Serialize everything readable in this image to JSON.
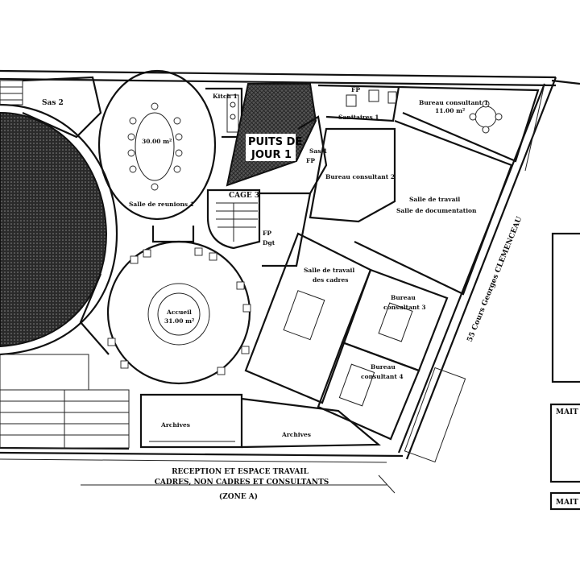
{
  "rooms": {
    "sas2": "Sas 2",
    "kitch1": "Kitch 1",
    "sanitaires1": "Sanitaires 1",
    "fp1": "FP",
    "bureau_consultant_1": "Bureau consultant 1",
    "bureau_consultant_1_area": "11.00 m²",
    "puits_line1": "PUITS DE",
    "puits_line2": "JOUR 1",
    "sas1": "Sas 1",
    "fp2": "FP",
    "bureau_consultant_2": "Bureau consultant 2",
    "salle_reunions": "Salle de reunions 1",
    "salle_reunions_area": "30.00 m²",
    "cage3": "CAGE 3",
    "salle_travail_line1": "Salle de travail",
    "salle_travail_line2": "Salle de documentation",
    "fp3": "FP",
    "dgt": "Dgt",
    "salle_cadres_line1": "Salle de travail",
    "salle_cadres_line2": "des cadres",
    "bureau_consultant_3_line1": "Bureau",
    "bureau_consultant_3_line2": "consultant 3",
    "accueil": "Accueil",
    "accueil_area": "31.00 m²",
    "bureau_consultant_4_line1": "Bureau",
    "bureau_consultant_4_line2": "consultant 4",
    "archives1": "Archives",
    "archives2": "Archives"
  },
  "street": "55 Cours Georges CLEMENCEAU",
  "caption": {
    "line1": "RECEPTION ET ESPACE TRAVAIL",
    "line2": "CADRES, NON CADRES ET CONSULTANTS",
    "line3": "(ZONE A)"
  },
  "side_labels": {
    "maitre1": "MAIT",
    "maitre2": "MAIT"
  }
}
